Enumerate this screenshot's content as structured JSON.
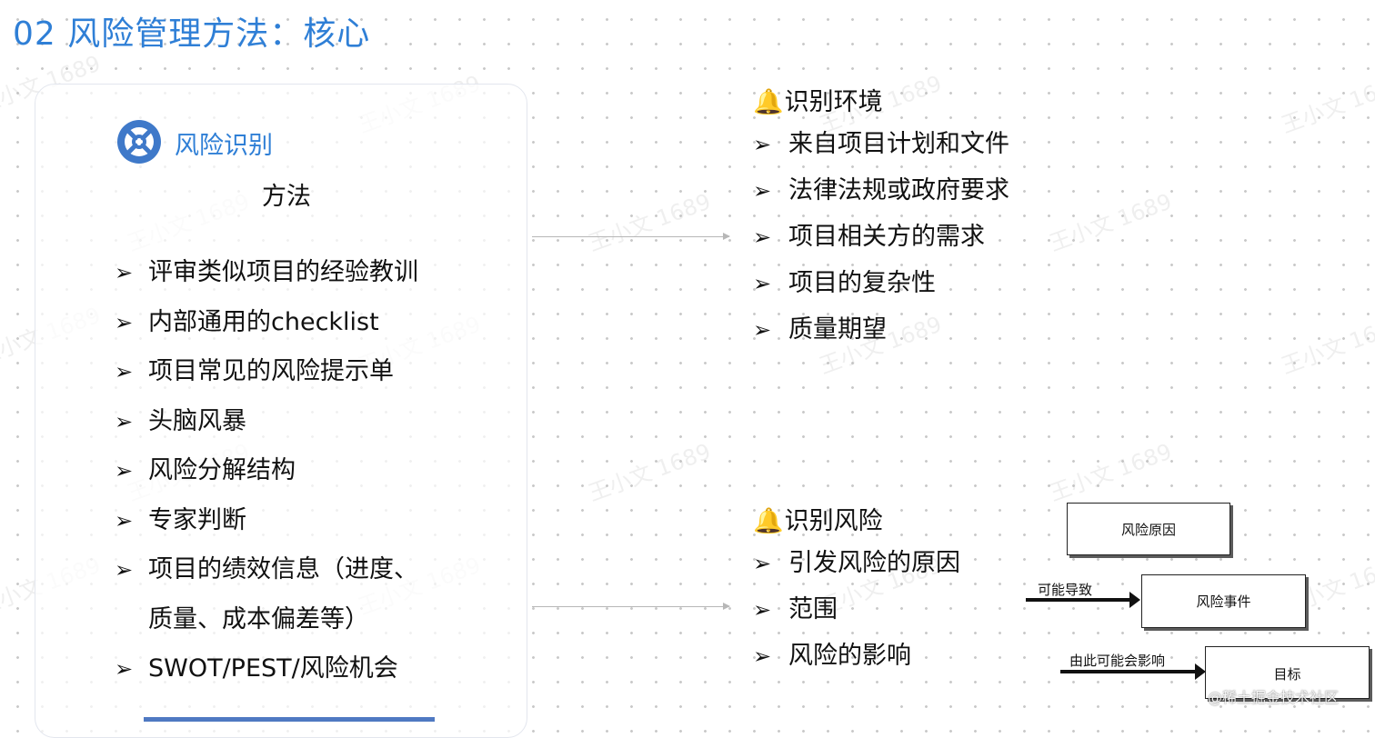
{
  "slide": {
    "title": "02 风险管理方法：核心"
  },
  "watermarks": [
    "王小文 1689",
    "王小文 1689",
    "王小文 1689",
    "王小文 1689",
    "王小文 1689",
    "王小文 1689",
    "王小文 1689",
    "王小文 1689",
    "王小文 1689",
    "王小文 1689",
    "王小文 1689",
    "王小文 1689",
    "王小文 1689",
    "王小文 1689",
    "王小文 1689",
    "王小文 1689",
    "王小文 1689",
    "王小文 1689"
  ],
  "left_panel": {
    "section_title": "风险识别",
    "method_title": "方法",
    "arrow_icon": "➢",
    "items": [
      "评审类似项目的经验教训",
      "内部通用的checklist",
      "项目常见的风险提示单",
      "头脑风暴",
      "风险分解结构",
      "专家判断",
      "项目的绩效信息（进度、",
      "质量、成本偏差等）",
      "SWOT/PEST/风险机会"
    ]
  },
  "right_panel": {
    "bell_icon": "🔔",
    "environment_title": "识别环境",
    "environment_items": [
      "来自项目计划和文件",
      "法律法规或政府要求",
      "项目相关方的需求",
      "项目的复杂性",
      "质量期望"
    ],
    "risk_title": "识别风险",
    "risk_items": [
      "引发风险的原因",
      "范围",
      "风险的影响"
    ]
  },
  "diagram": {
    "box_cause": "风险原因",
    "label_may_lead": "可能导致",
    "box_event": "风险事件",
    "label_may_affect": "由此可能会影响",
    "box_target": "目标"
  },
  "footer": {
    "watermark_credit": "@稀土掘金技术社区"
  },
  "colors": {
    "title_blue": "#2f7fd6",
    "icon_blue": "#3f79c9",
    "bar_blue": "#4f79c2"
  }
}
